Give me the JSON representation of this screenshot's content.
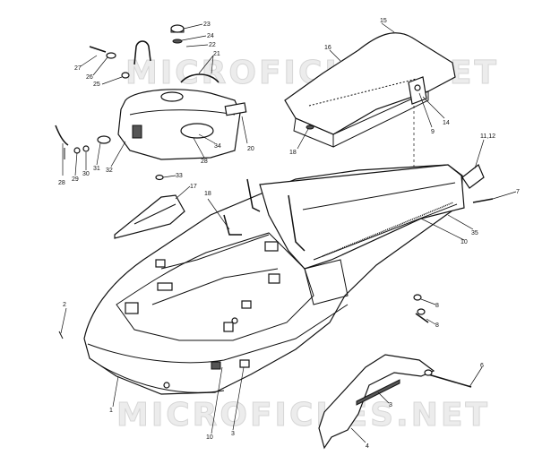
{
  "watermark": {
    "text": "MICROFICHES.NET",
    "color_fill": "#ececec",
    "color_stroke": "#d6d6d6"
  },
  "callouts": [
    {
      "id": "c23",
      "label": "23"
    },
    {
      "id": "c24",
      "label": "24"
    },
    {
      "id": "c22",
      "label": "22"
    },
    {
      "id": "c21",
      "label": "21"
    },
    {
      "id": "c27",
      "label": "27"
    },
    {
      "id": "c26",
      "label": "26"
    },
    {
      "id": "c25",
      "label": "25"
    },
    {
      "id": "c15",
      "label": "15"
    },
    {
      "id": "c16",
      "label": "16"
    },
    {
      "id": "c9",
      "label": "9"
    },
    {
      "id": "c14",
      "label": "14"
    },
    {
      "id": "c18a",
      "label": "18"
    },
    {
      "id": "c34",
      "label": "34"
    },
    {
      "id": "c28a",
      "label": "28"
    },
    {
      "id": "c20",
      "label": "20"
    },
    {
      "id": "c28b",
      "label": "28"
    },
    {
      "id": "c29",
      "label": "29"
    },
    {
      "id": "c30",
      "label": "30"
    },
    {
      "id": "c31",
      "label": "31"
    },
    {
      "id": "c32",
      "label": "32"
    },
    {
      "id": "c33",
      "label": "33"
    },
    {
      "id": "c17",
      "label": "17"
    },
    {
      "id": "c18b",
      "label": "18"
    },
    {
      "id": "c1112",
      "label": "11,12"
    },
    {
      "id": "c7",
      "label": "7"
    },
    {
      "id": "c35",
      "label": "35"
    },
    {
      "id": "c10a",
      "label": "10"
    },
    {
      "id": "c2",
      "label": "2"
    },
    {
      "id": "c8a",
      "label": "8"
    },
    {
      "id": "c8b",
      "label": "8"
    },
    {
      "id": "c6",
      "label": "6"
    },
    {
      "id": "c1",
      "label": "1"
    },
    {
      "id": "c10b",
      "label": "10"
    },
    {
      "id": "c3a",
      "label": "3"
    },
    {
      "id": "c3b",
      "label": "3"
    },
    {
      "id": "c4",
      "label": "4"
    }
  ]
}
